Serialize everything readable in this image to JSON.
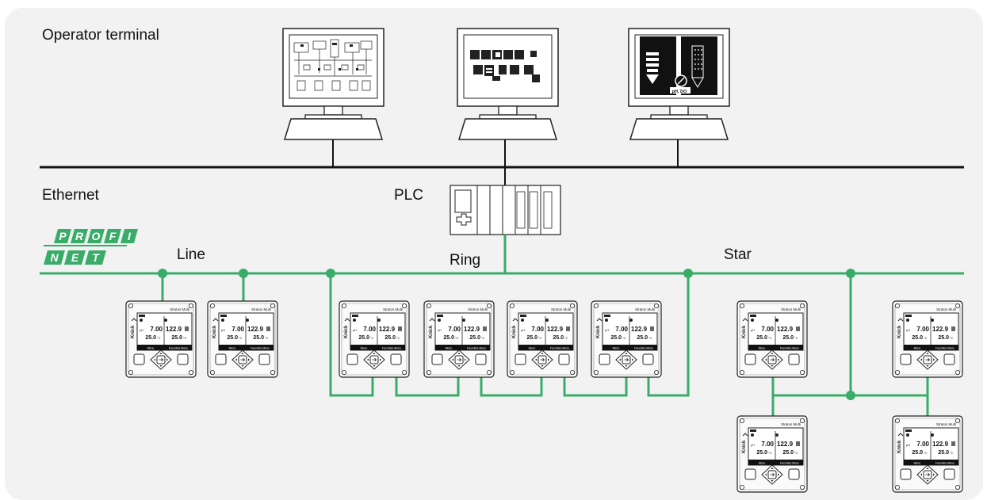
{
  "labels": {
    "operator_terminal": "Operator terminal",
    "ethernet": "Ethernet",
    "plc": "PLC",
    "line": "Line",
    "ring": "Ring",
    "star": "Star"
  },
  "profinet_logo": {
    "top": [
      "P",
      "R",
      "O",
      "F",
      "I"
    ],
    "bottom": [
      "N",
      "E",
      "T"
    ]
  },
  "monitor3_caption": "pH, DO",
  "device": {
    "brand": "Stratos Multi",
    "side_text": "Knick",
    "ch1_value": "7.00",
    "ch1_unit": "pH",
    "ch1_temp": "25.0",
    "ch2_value": "122.9",
    "ch2_temp": "25.0",
    "temp_unit": "°C",
    "menu_left": "Menu",
    "menu_right": "Favorites Menu"
  },
  "colors": {
    "network": "#3aac6a",
    "ethernet": "#111111",
    "panel": "#f2f2f2"
  }
}
